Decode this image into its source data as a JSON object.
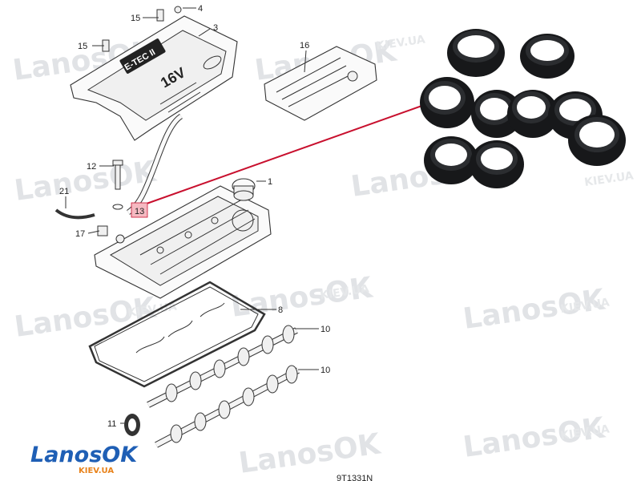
{
  "diagram": {
    "part_numbers": [
      "1",
      "3",
      "4",
      "8",
      "10",
      "10",
      "11",
      "12",
      "13",
      "15",
      "15",
      "16",
      "17",
      "21"
    ],
    "highlighted_part": "13",
    "cover_text_1": "E-TEC II",
    "cover_text_2": "16V",
    "drawing_code": "9T1331N"
  },
  "watermark": {
    "text": "LanosOK",
    "sub": "KIEV.UA"
  },
  "logo": {
    "text": "LanosOK",
    "sub": "KIEV.UA",
    "colors": {
      "main": "#1f5fb5",
      "sub": "#e8821a"
    }
  },
  "colors": {
    "callout_line": "#c8102e",
    "highlight_box": "#f5b9c1",
    "rings": "#17181a"
  }
}
